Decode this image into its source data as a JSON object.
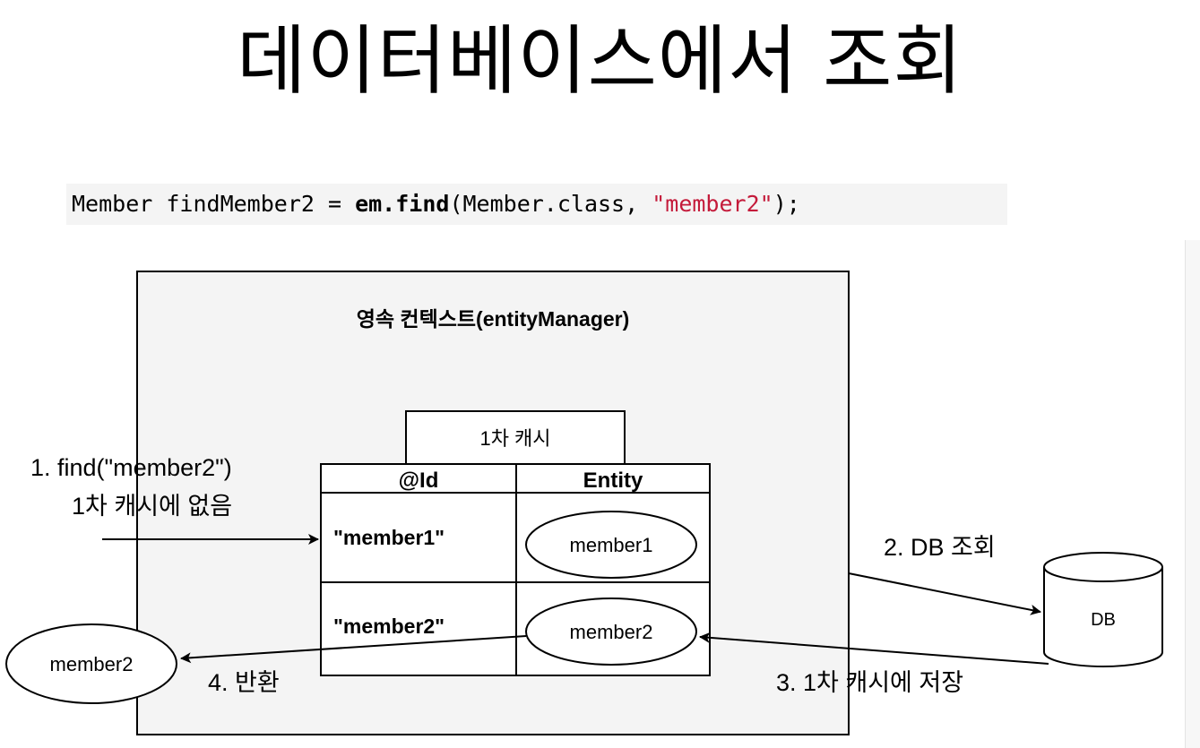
{
  "page_title": "데이터베이스에서 조회",
  "code": {
    "decl": "Member findMember2 = ",
    "call": "em.find",
    "open": "(Member.class, ",
    "string": "\"member2\"",
    "close": ");"
  },
  "diagram": {
    "context_title": "영속 컨텍스트(entityManager)",
    "cache_label": "1차 캐시",
    "col_id": "@Id",
    "col_entity": "Entity",
    "rows": [
      {
        "id": "\"member1\"",
        "entity": "member1"
      },
      {
        "id": "\"member2\"",
        "entity": "member2"
      }
    ],
    "step1_line1": "1. find(\"member2\")",
    "step1_line2": "1차 캐시에 없음",
    "step2": "2. DB 조회",
    "step3": "3. 1차 캐시에 저장",
    "step4": "4. 반환",
    "db_label": "DB",
    "returned": "member2"
  }
}
